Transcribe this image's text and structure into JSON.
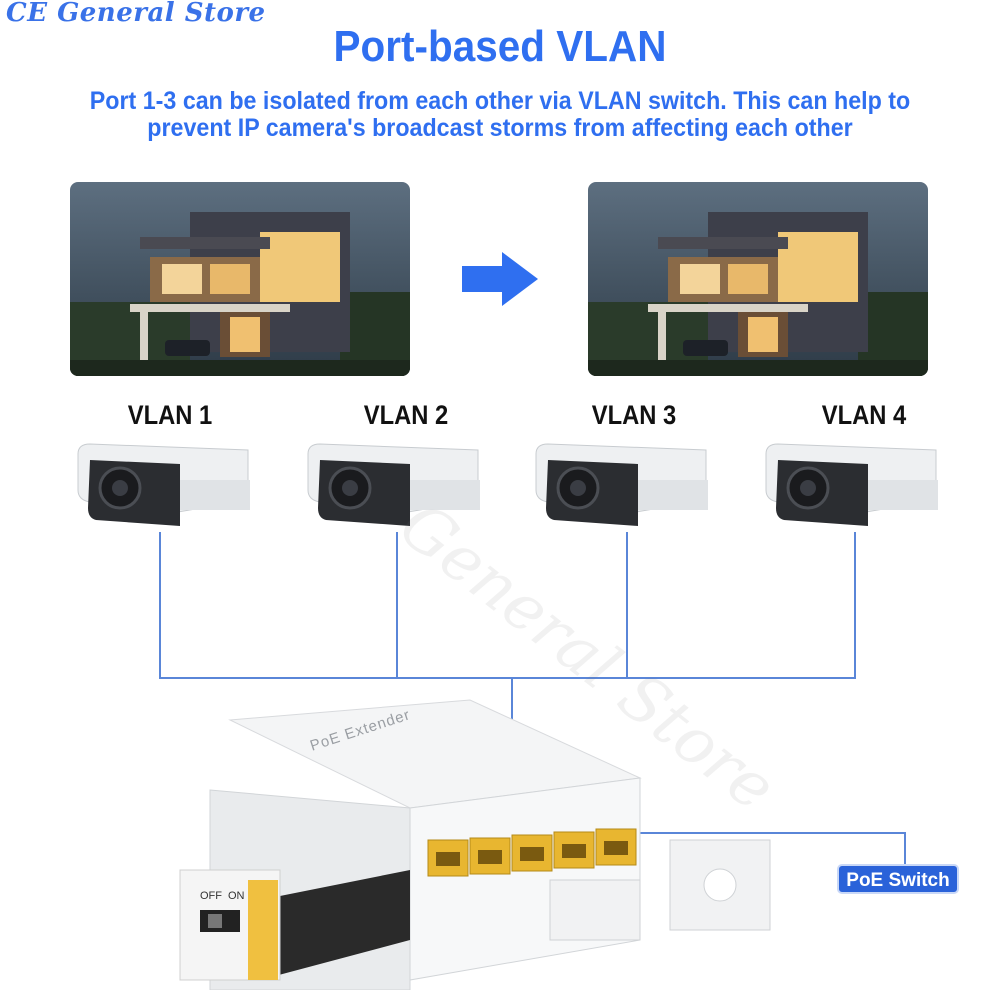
{
  "store_name": "CE General Store",
  "title": "Port-based VLAN",
  "subtitle_line1": "Port 1-3 can be isolated from each other via VLAN switch. This can help to",
  "subtitle_line2": "prevent IP camera's broadcast storms from affecting each other",
  "vlans": [
    "VLAN 1",
    "VLAN 2",
    "VLAN 3",
    "VLAN 4"
  ],
  "device_label": "PoE Extender",
  "switch_off": "OFF",
  "switch_on": "ON",
  "poe_switch_label": "PoE Switch",
  "colors": {
    "accent": "#2f6ff0",
    "line": "#5a86d8",
    "badge": "#2a62d9"
  }
}
